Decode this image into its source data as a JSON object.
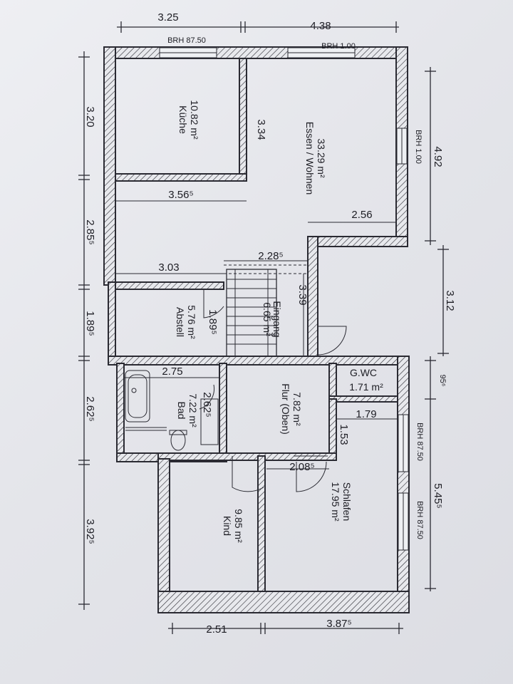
{
  "rooms": {
    "kueche": {
      "name": "Küche",
      "area": "10.82 m²"
    },
    "essen": {
      "name": "Essen / Wohnen",
      "area": "33.29 m²"
    },
    "abstell": {
      "name": "Abstell",
      "area": "5.76 m²"
    },
    "eingang": {
      "name": "Eingang",
      "area": "6.65 m²"
    },
    "bad": {
      "name": "Bad",
      "area": "7.22 m²"
    },
    "flur": {
      "name": "Flur (Oben)",
      "area": "7.82 m²"
    },
    "gwc": {
      "name": "G.WC",
      "area": "1.71 m²"
    },
    "schlafen": {
      "name": "Schlafen",
      "area": "17.95 m²"
    },
    "kind": {
      "name": "Kind",
      "area": "9.85 m²"
    }
  },
  "dimensions": {
    "top": [
      "3.25",
      "4.38"
    ],
    "bottom": [
      "2.51",
      "3.87⁵"
    ],
    "left": [
      "3.20",
      "2.85⁵",
      "1.89⁵",
      "2.62⁵",
      "3.92⁵"
    ],
    "right": [
      "4.92",
      "3.12",
      "95⁶",
      "5.45⁵"
    ],
    "inner": {
      "kueche_height": "3.34",
      "kueche_width": "3.56⁵",
      "essen_lower": "2.56",
      "stair_width": "2.28⁵",
      "abstell_width": "3.03",
      "eingang_depth": "3.39",
      "abstell_depth": "1.89⁵",
      "bad_width": "2.75",
      "bad_depth": "2.62⁵",
      "wc_depth": "1.79",
      "schlafen_gap": "1.53",
      "kind_door": "2.08⁵"
    }
  },
  "sill_heights": {
    "top_left": "BRH 87.50",
    "top_right": "BRH 1.00",
    "right_living": "BRH 1.00",
    "right_bed_1": "BRH 87.50",
    "right_bed_2": "BRH 87.50"
  }
}
